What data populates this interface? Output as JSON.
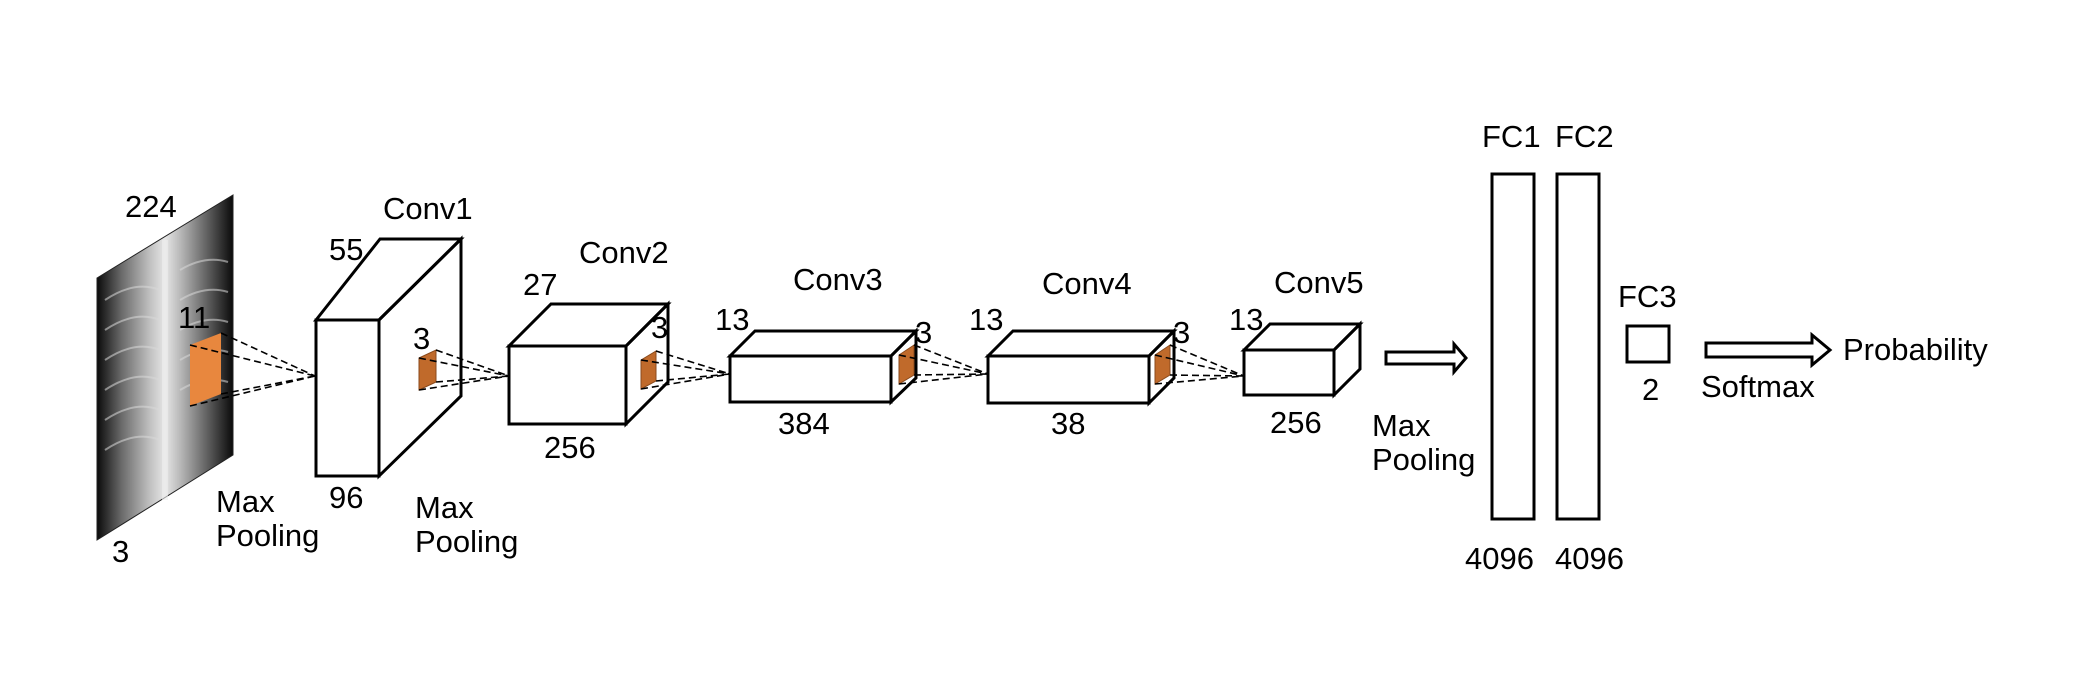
{
  "colors": {
    "kernel": "#e8873e",
    "kernel_dark": "#c06a2b",
    "face_front": "#ffffff",
    "face_side": "#d3d3d3",
    "face_top": "#ffffff",
    "line": "#000000"
  },
  "input": {
    "icon": "chest-xray-image",
    "width_label": "224",
    "channels_label": "3",
    "kernel_label": "11",
    "pool_label_1": "Max",
    "pool_label_2": "Pooling"
  },
  "conv1": {
    "name": "Conv1",
    "size_label": "55",
    "depth_label": "96",
    "kernel_label": "3",
    "pool_label_1": "Max",
    "pool_label_2": "Pooling"
  },
  "conv2": {
    "name": "Conv2",
    "size_label": "27",
    "depth_label": "256",
    "kernel_label": "3"
  },
  "conv3": {
    "name": "Conv3",
    "size_label": "13",
    "depth_label": "384",
    "kernel_label": "3"
  },
  "conv4": {
    "name": "Conv4",
    "size_label": "13",
    "depth_label": "38",
    "kernel_label": "3"
  },
  "conv5": {
    "name": "Conv5",
    "size_label": "13",
    "depth_label": "256",
    "pool_label_1": "Max",
    "pool_label_2": "Pooling"
  },
  "fc1": {
    "name": "FC1",
    "size_label": "4096"
  },
  "fc2": {
    "name": "FC2",
    "size_label": "4096"
  },
  "fc3": {
    "name": "FC3",
    "size_label": "2"
  },
  "softmax_label": "Softmax",
  "output_label": "Probability"
}
